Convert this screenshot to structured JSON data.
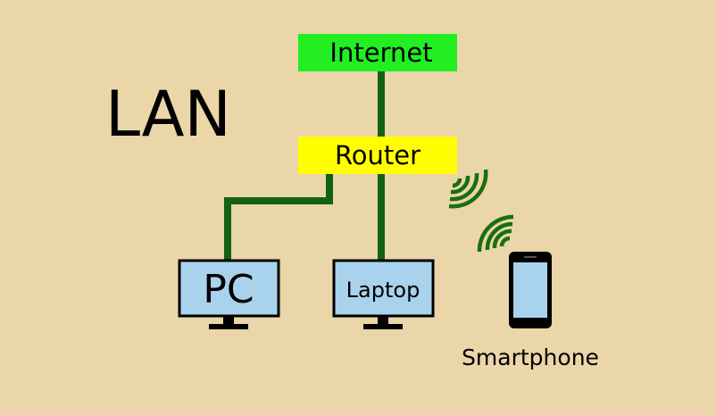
{
  "title": "LAN",
  "nodes": {
    "internet": {
      "label": "Internet",
      "color": "#22ee22"
    },
    "router": {
      "label": "Router",
      "color": "#ffff00"
    },
    "pc": {
      "label": "PC"
    },
    "laptop": {
      "label": "Laptop"
    },
    "smartphone": {
      "label": "Smartphone"
    }
  },
  "colors": {
    "background": "#ead6a8",
    "cable": "#136112",
    "wifi": "#1a6e12",
    "screen": "#a9d3ec",
    "device_body": "#000000"
  }
}
